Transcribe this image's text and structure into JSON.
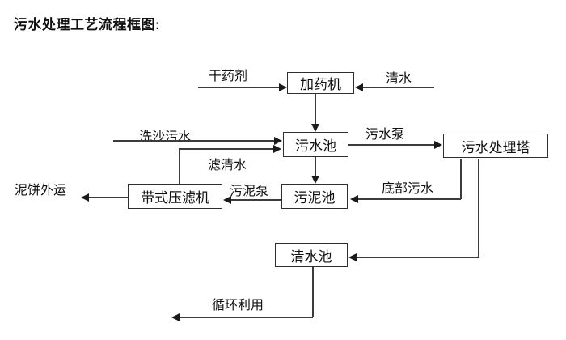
{
  "title": "污水处理工艺流程框图:",
  "nodes": {
    "dosing_machine": "加药机",
    "sewage_pool": "污水池",
    "treatment_tower": "污水处理塔",
    "sludge_pool": "污泥池",
    "belt_filter_press": "带式压滤机",
    "clean_water_pool": "清水池"
  },
  "flow_labels": {
    "dry_agent": "干药剂",
    "clean_water": "清水",
    "sand_washing_sewage": "洗沙污水",
    "filtered_water": "滤清水",
    "sewage_pump": "污水泵",
    "sludge_pump": "污泥泵",
    "bottom_sewage": "底部污水",
    "mud_cake_out": "泥饼外运",
    "recycle": "循环利用"
  },
  "colors": {
    "background": "#ffffff",
    "text": "#111111",
    "line": "#3c3c3c",
    "box_border": "#2f2f2f"
  }
}
